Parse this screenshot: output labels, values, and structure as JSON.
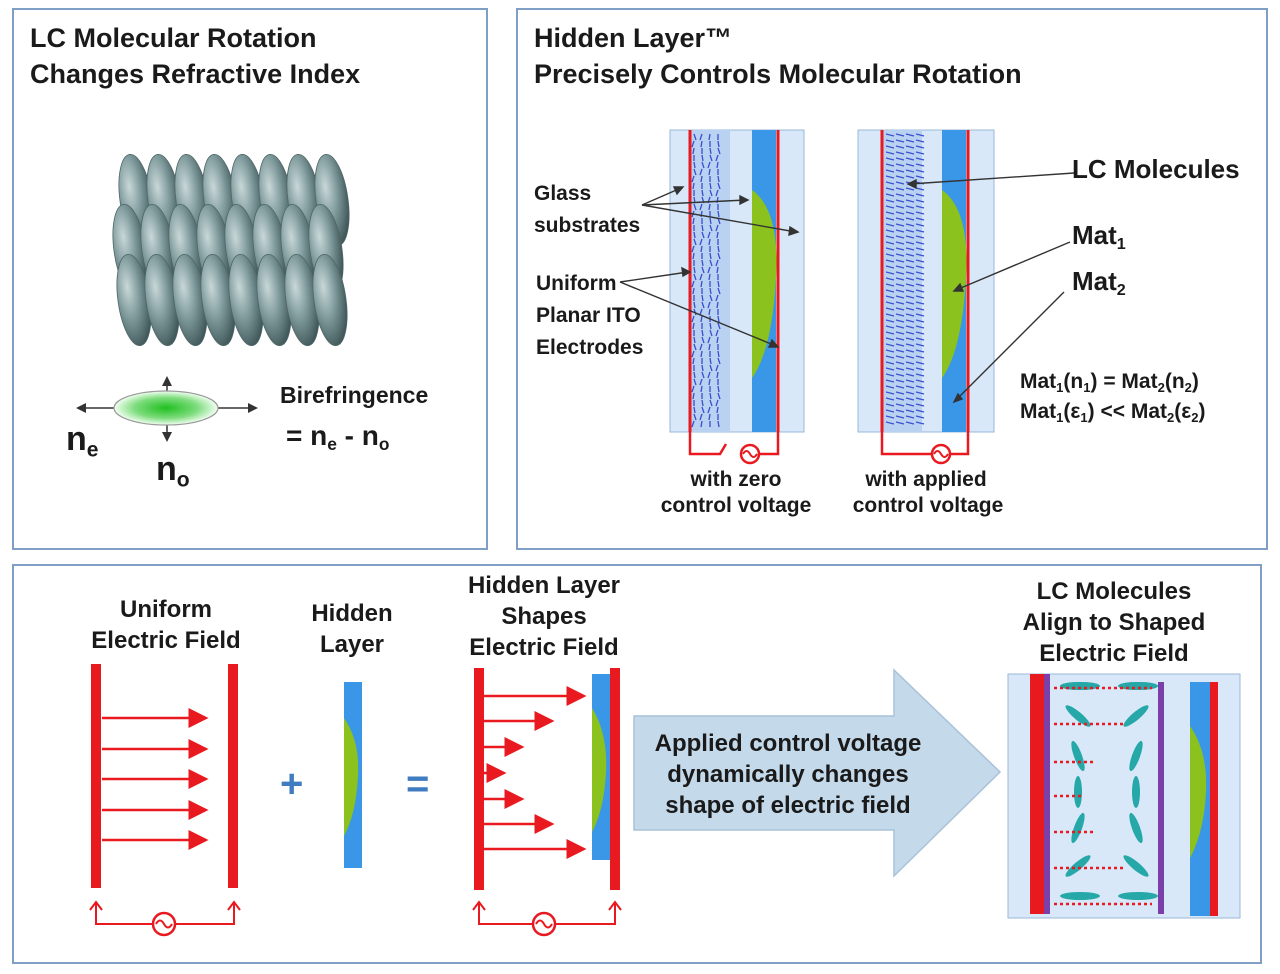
{
  "panel1": {
    "title_line1": "LC Molecular  Rotation",
    "title_line2": "Changes Refractive Index",
    "birefringence_label": "Birefringence",
    "birefringence_eq": "= n",
    "ne": "n",
    "ne_sub": "e",
    "no": "n",
    "no_sub": "o",
    "minus": " - n"
  },
  "panel2": {
    "title_line1": "Hidden Layer™",
    "title_line2": "Precisely  Controls  Molecular  Rotation",
    "glass_line1": "Glass",
    "glass_line2": "substrates",
    "ito_line1": "Uniform",
    "ito_line2": "Planar ITO",
    "ito_line3": "Electrodes",
    "lc_molecules": "LC Molecules",
    "mat1": "Mat",
    "mat2": "Mat",
    "sub1": "1",
    "sub2": "2",
    "eq1_left": "Mat",
    "eq1_mid": "(n",
    "eq1_sep": ")  =   Mat",
    "eq1_end": ")",
    "eq2_left": "Mat",
    "eq2_mid": "(ε",
    "eq2_sep": ")  <<  Mat",
    "eq2_end": ")",
    "cell1_line1": "with zero",
    "cell1_line2": "control voltage",
    "cell2_line1": "with applied",
    "cell2_line2": "control voltage"
  },
  "panel3": {
    "uniform_line1": "Uniform",
    "uniform_line2": "Electric Field",
    "hidden_line1": "Hidden",
    "hidden_line2": "Layer",
    "shapes_line1": "Hidden Layer",
    "shapes_line2": "Shapes",
    "shapes_line3": "Electric Field",
    "align_line1": "LC Molecules",
    "align_line2": "Align to Shaped",
    "align_line3": "Electric Field",
    "plus": "+",
    "equals": "=",
    "arrow_line1": "Applied control voltage",
    "arrow_line2": "dynamically changes",
    "arrow_line3": "shape of electric field"
  },
  "colors": {
    "border": "#7f9fc6",
    "electrode_red": "#e8191f",
    "hidden_blue": "#3a96e6",
    "mat_green": "#8cc21e",
    "glass_light": "#cfe3f7",
    "lc_teal": "#26a8a8",
    "molecule_grey": "#7f9a9c",
    "arrow_fill": "#c4d9ea",
    "symbol_blue": "#3f7cc0"
  }
}
